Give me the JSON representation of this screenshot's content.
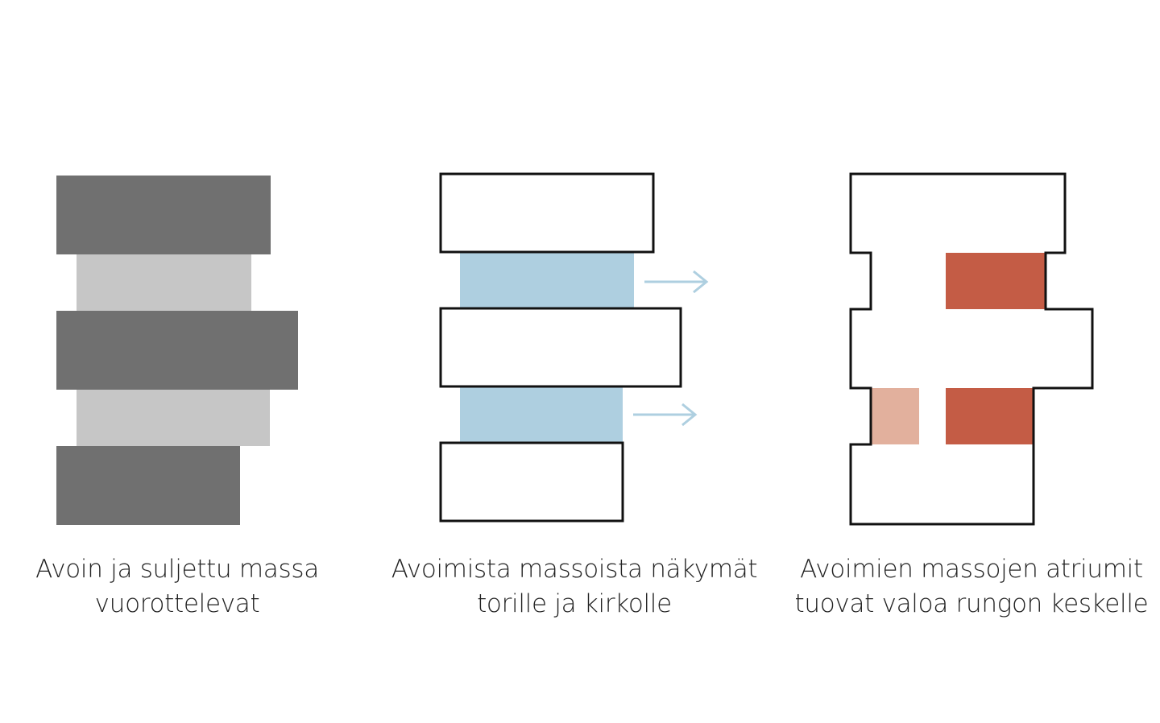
{
  "captions": [
    {
      "line1": "Avoin ja suljettu massa",
      "line2": "vuorottelevat"
    },
    {
      "line1": "Avoimista massoista näkymät",
      "line2": "torille ja kirkolle"
    },
    {
      "line1": "Avoimien massojen atriumit",
      "line2": "tuovat valoa rungon keskelle"
    }
  ],
  "colors": {
    "closed_mass": "#707070",
    "open_mass": "#c6c6c6",
    "view_zone": "#aecfe0",
    "view_arrow": "#aecfe0",
    "atrium_strong": "#c45c45",
    "atrium_light": "#e2b09d",
    "outline": "#111111",
    "text": "#222222"
  },
  "icons": [
    "right-arrow-icon"
  ]
}
